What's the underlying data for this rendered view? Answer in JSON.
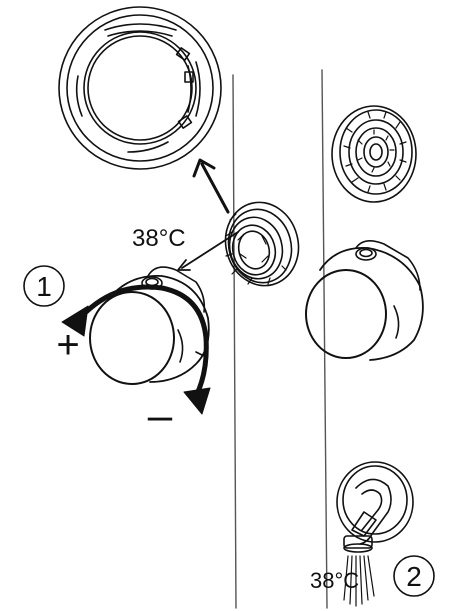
{
  "diagram": {
    "temperature_label_top": "38°C",
    "temperature_label_bottom": "38°C",
    "step_one": "1",
    "step_two": "2",
    "plus_sign": "+",
    "minus_sign": "–",
    "colors": {
      "ink": "#111111",
      "background": "#ffffff",
      "light_line": "#555555"
    }
  }
}
